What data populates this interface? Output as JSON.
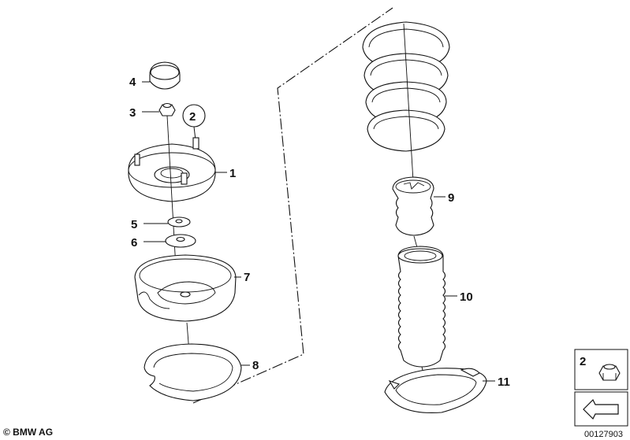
{
  "callouts": {
    "c1": "1",
    "c2": "2",
    "c3": "3",
    "c4": "4",
    "c5": "5",
    "c6": "6",
    "c7": "7",
    "c8": "8",
    "c9": "9",
    "c10": "10",
    "c11": "11"
  },
  "inset": {
    "label": "2"
  },
  "footer": {
    "copyright": "© BMW AG",
    "diagram_number": "00127903"
  },
  "colors": {
    "line": "#111111",
    "background": "#ffffff"
  }
}
